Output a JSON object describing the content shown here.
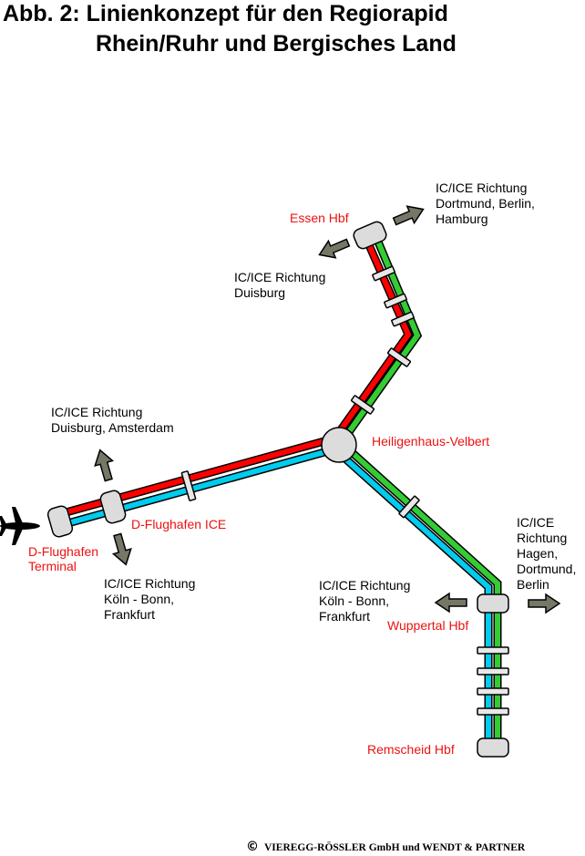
{
  "title": {
    "line1": "Abb. 2: Linienkonzept für den Regiorapid",
    "line2": "Rhein/Ruhr und Bergisches Land"
  },
  "stations": {
    "essen": "Essen Hbf",
    "heiligenhaus": "Heiligenhaus-Velbert",
    "flughafen_ice": "D-Flughafen ICE",
    "flughafen_terminal": [
      "D-Flughafen",
      "Terminal"
    ],
    "wuppertal": "Wuppertal Hbf",
    "remscheid": "Remscheid Hbf"
  },
  "connections": {
    "essen_northeast": [
      "IC/ICE Richtung",
      "Dortmund, Berlin,",
      "Hamburg"
    ],
    "essen_west": [
      "IC/ICE Richtung",
      "Duisburg"
    ],
    "flughafen_north": [
      "IC/ICE Richtung",
      "Duisburg, Amsterdam"
    ],
    "flughafen_south": [
      "IC/ICE Richtung",
      "Köln - Bonn,",
      "Frankfurt"
    ],
    "wuppertal_west": [
      "IC/ICE Richtung",
      "Köln - Bonn,",
      "Frankfurt"
    ],
    "wuppertal_east": [
      "IC/ICE",
      "Richtung",
      "Hagen,",
      "Dortmund,",
      "Berlin"
    ]
  },
  "credit": {
    "symbol": "©",
    "text": "VIEREGG-RÖSSLER GmbH und WENDT & PARTNER"
  },
  "colors": {
    "red_line": "#ff0000",
    "green_line": "#33cc33",
    "blue_line": "#00ccee",
    "station_label": "#ee1111",
    "station_fill": "#dcdcdc",
    "arrow": "#777768"
  },
  "icons": {
    "airplane": "airplane-icon",
    "arrows": "arrow-icon",
    "hub": "hub-station-icon"
  }
}
